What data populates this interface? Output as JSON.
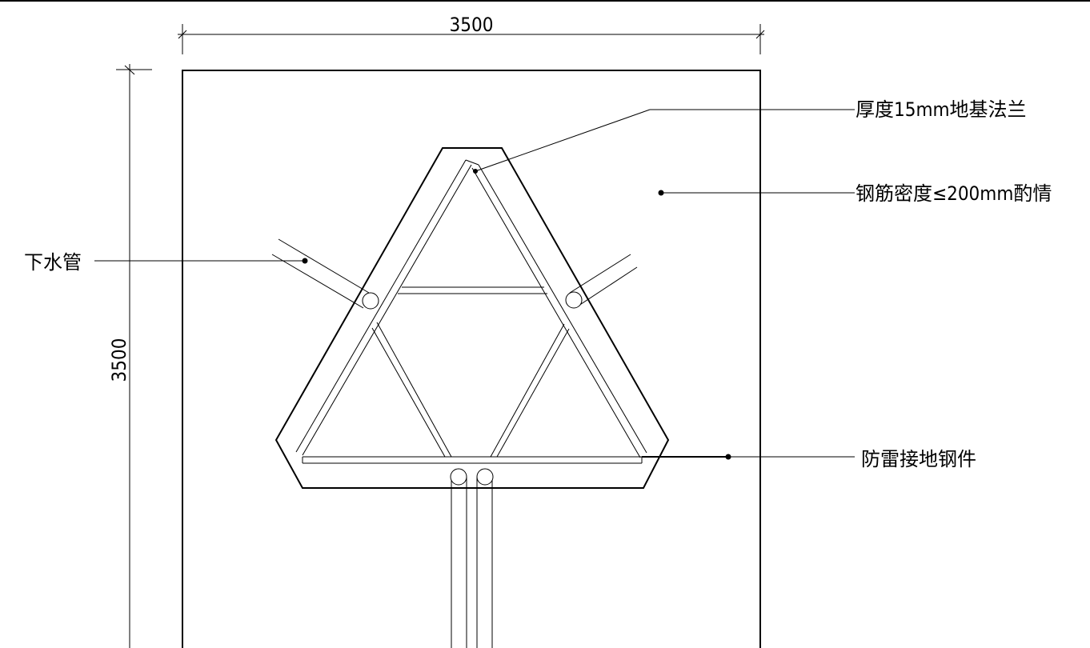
{
  "dimensions": {
    "width_label": "3500",
    "height_label": "3500"
  },
  "labels": {
    "flange": "厚度15mm地基法兰",
    "rebar": "钢筋密度≤200mm酌情",
    "drain_pipe": "下水管",
    "grounding": "防雷接地钢件"
  },
  "colors": {
    "line": "#000000",
    "background": "#ffffff"
  }
}
